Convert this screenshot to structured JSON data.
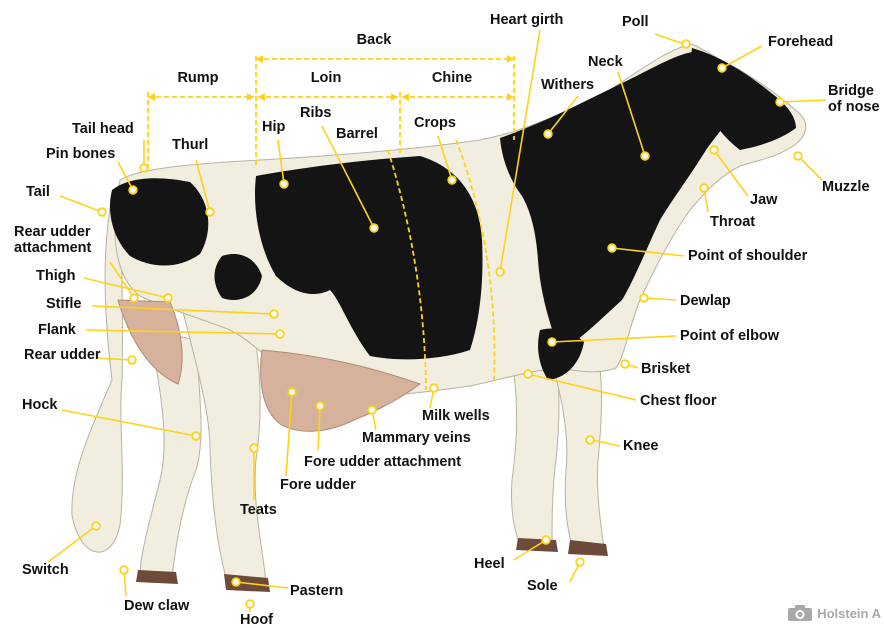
{
  "colors": {
    "leader": "#ffd21a",
    "label": "#111111",
    "hide_black": "#141414",
    "hide_white": "#f2eedf",
    "udder": "#d6b29d",
    "hoof": "#6e4a3a",
    "credit": "#a9a9a9"
  },
  "regions": {
    "back": "Back",
    "rump": "Rump",
    "loin": "Loin",
    "chine": "Chine"
  },
  "labels": {
    "heart_girth": "Heart girth",
    "poll": "Poll",
    "forehead": "Forehead",
    "neck": "Neck",
    "withers": "Withers",
    "bridge_of_nose": "Bridge of nose",
    "muzzle": "Muzzle",
    "jaw": "Jaw",
    "throat": "Throat",
    "point_of_shoulder": "Point of shoulder",
    "dewlap": "Dewlap",
    "point_of_elbow": "Point of elbow",
    "brisket": "Brisket",
    "chest_floor": "Chest floor",
    "knee": "Knee",
    "heel": "Heel",
    "sole": "Sole",
    "tail_head": "Tail head",
    "pin_bones": "Pin bones",
    "thurl": "Thurl",
    "hip": "Hip",
    "ribs": "Ribs",
    "barrel": "Barrel",
    "crops": "Crops",
    "tail": "Tail",
    "rear_udder_attachment": "Rear udder attachment",
    "thigh": "Thigh",
    "stifle": "Stifle",
    "flank": "Flank",
    "rear_udder": "Rear udder",
    "hock": "Hock",
    "milk_wells": "Milk wells",
    "mammary_veins": "Mammary veins",
    "fore_udder_attachment": "Fore udder attachment",
    "fore_udder": "Fore udder",
    "teats": "Teats",
    "switch": "Switch",
    "dew_claw": "Dew claw",
    "pastern": "Pastern",
    "hoof": "Hoof"
  },
  "credit": {
    "icon": "camera-icon",
    "text": "Holstein A"
  }
}
